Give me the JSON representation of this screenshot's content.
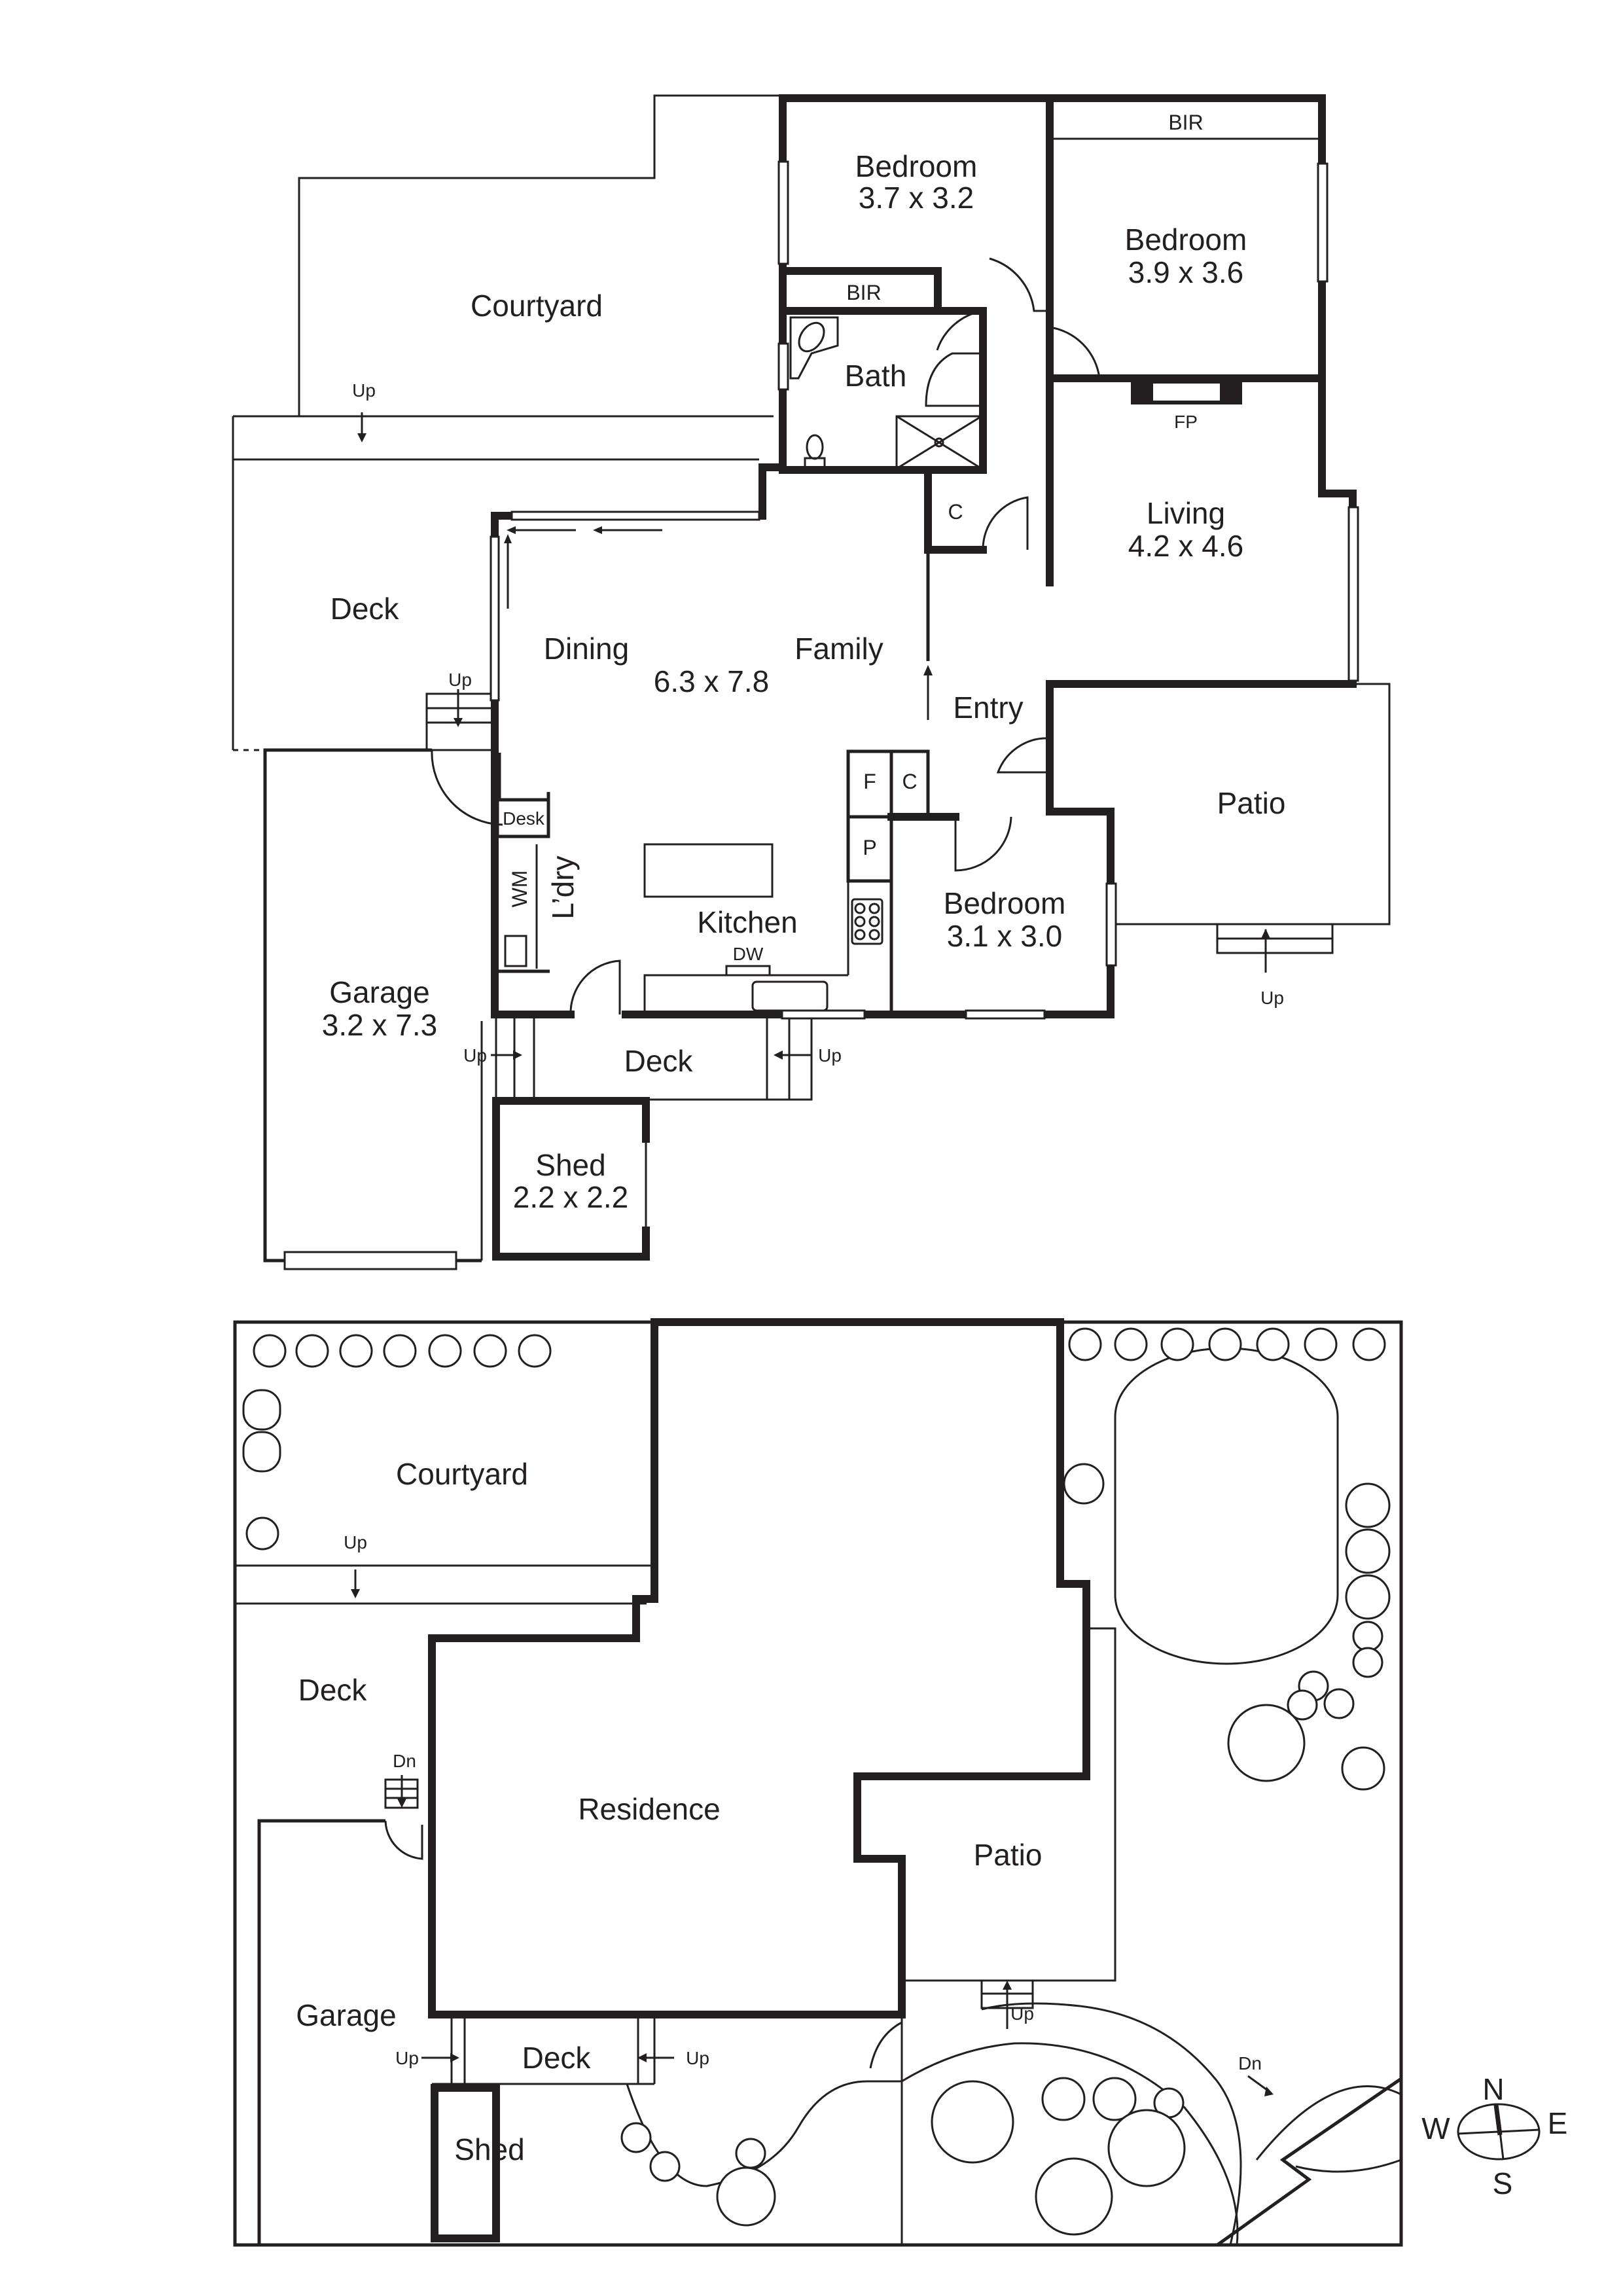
{
  "floor_plan": {
    "rooms": [
      {
        "name": "Bedroom",
        "size": "3.7 x 3.2"
      },
      {
        "name": "Bedroom",
        "size": "3.9 x 3.6"
      },
      {
        "name": "Living",
        "size": "4.2 x 4.6"
      },
      {
        "name": "Dining",
        "size": ""
      },
      {
        "name": "Family",
        "size": "6.3 x 7.8"
      },
      {
        "name": "Bedroom",
        "size": "3.1 x 3.0"
      },
      {
        "name": "Garage",
        "size": "3.2 x 7.3"
      },
      {
        "name": "Shed",
        "size": "2.2 x 2.2"
      }
    ],
    "areas": {
      "courtyard": "Courtyard",
      "deck_west": "Deck",
      "deck_south": "Deck",
      "patio": "Patio",
      "entry": "Entry",
      "kitchen": "Kitchen",
      "laundry": "L’dry",
      "bath": "Bath"
    },
    "fixtures": {
      "bir_1": "BIR",
      "bir_2": "BIR",
      "fireplace": "FP",
      "cupboard_1": "C",
      "cupboard_2": "C",
      "fridge": "F",
      "pantry": "P",
      "desk": "Desk",
      "washing_machine": "WM",
      "dishwasher": "DW"
    },
    "stairs": {
      "courtyard_up": "Up",
      "deck_up": "Up",
      "south_deck_left_up": "Up",
      "south_deck_right_up": "Up",
      "patio_up": "Up"
    }
  },
  "site_plan": {
    "areas": {
      "courtyard": "Courtyard",
      "deck_west": "Deck",
      "residence": "Residence",
      "patio": "Patio",
      "garage": "Garage",
      "deck_south": "Deck",
      "shed": "Shed"
    },
    "stairs": {
      "courtyard_up": "Up",
      "deck_dn": "Dn",
      "deck_left_up": "Up",
      "deck_right_up": "Up",
      "patio_up": "Up",
      "garden_dn": "Dn"
    }
  },
  "compass": {
    "n": "N",
    "e": "E",
    "s": "S",
    "w": "W"
  },
  "colors": {
    "ink": "#231f20",
    "paper": "#ffffff"
  }
}
